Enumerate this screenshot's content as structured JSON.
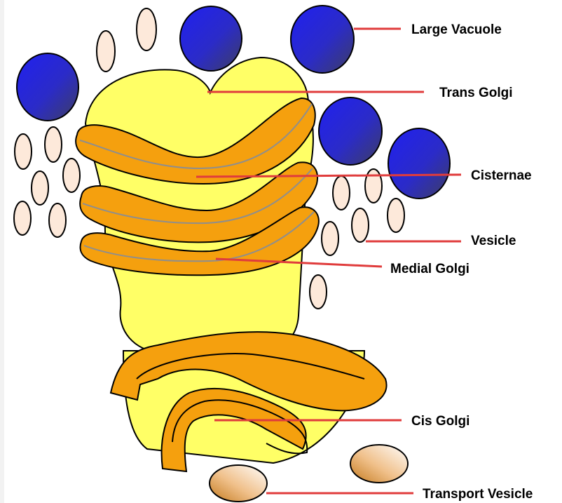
{
  "labels": {
    "large_vacuole": "Large Vacuole",
    "trans_golgi": "Trans Golgi",
    "cisternae": "Cisternae",
    "vesicle": "Vesicle",
    "medial_golgi": "Medial Golgi",
    "cis_golgi": "Cis Golgi",
    "transport_vesicle": "Transport Vesicle"
  },
  "colors": {
    "yellow_body": "#FFFF66",
    "orange_cisterna": "#F5A00E",
    "vacuole_blue_light": "#2B2BE6",
    "vacuole_blue_dark": "#3A3A70",
    "vesicle_fill": "#FDE9DA",
    "leader_line": "#E03C3C",
    "transport_light": "#FFFFFF",
    "transport_dark": "#C47A1E"
  },
  "icons": {
    "vacuole": "large-vacuole-icon",
    "vesicle": "vesicle-icon",
    "transport_vesicle": "transport-vesicle-icon"
  }
}
